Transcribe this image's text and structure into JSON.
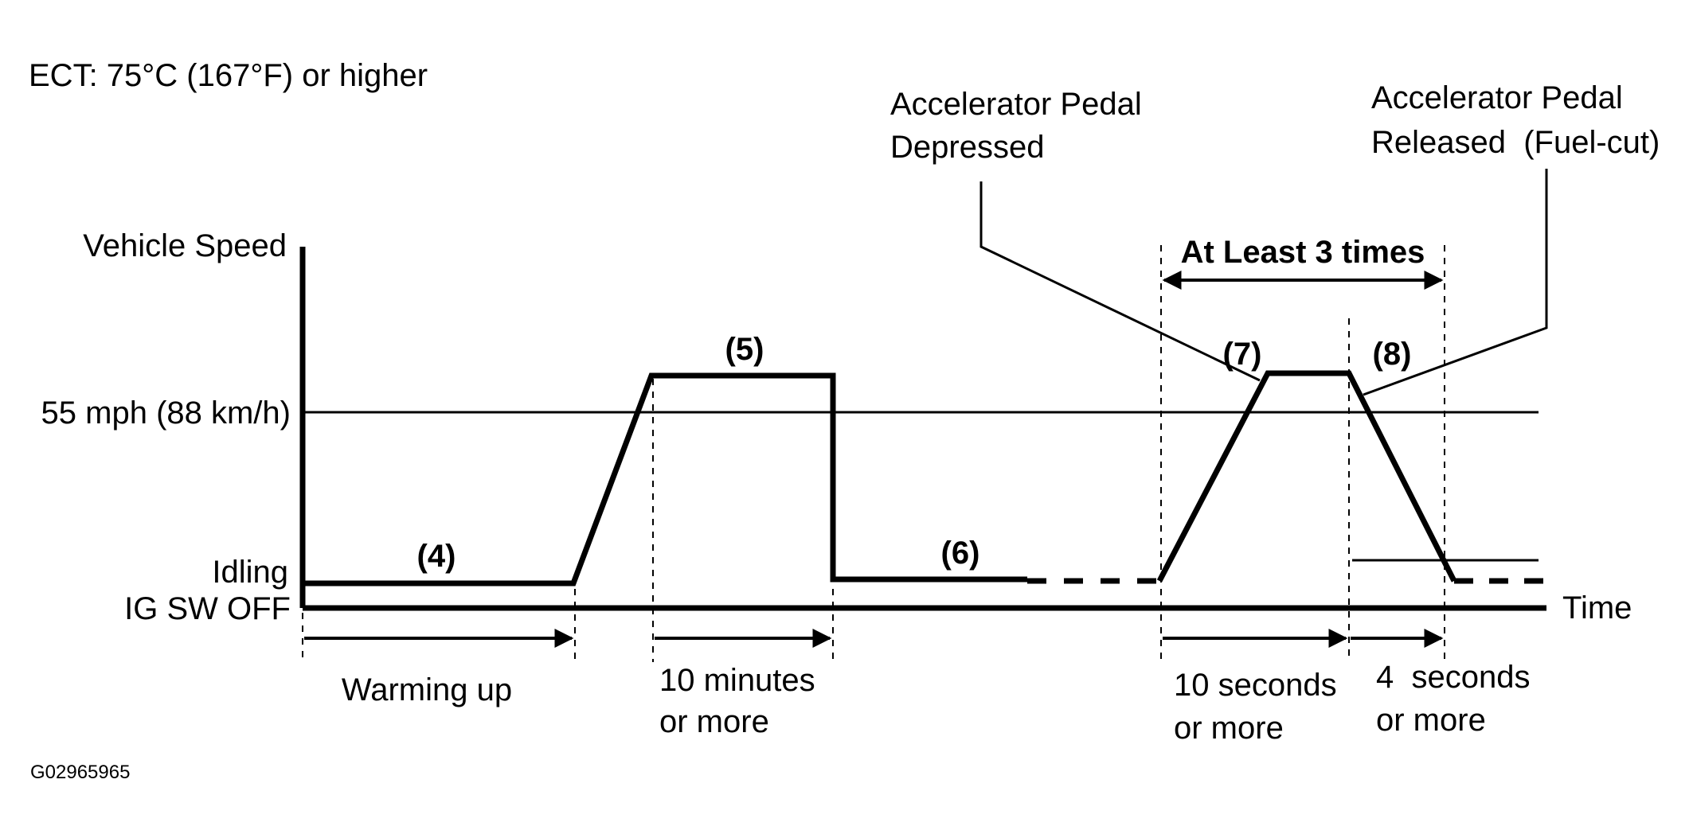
{
  "condition": "ECT: 75°C (167°F) or higher",
  "axes": {
    "y_label": "Vehicle Speed",
    "x_label": "Time",
    "speed_level": "55 mph (88 km/h)",
    "idle_level": "Idling",
    "off_level": "IG SW OFF"
  },
  "steps": {
    "warmup": {
      "marker": "(4)",
      "duration": "Warming up"
    },
    "cruise": {
      "marker": "(5)",
      "duration_line1": "10 minutes",
      "duration_line2": "or more"
    },
    "idle": {
      "marker": "(6)"
    },
    "accelerate": {
      "marker": "(7)",
      "duration_line1": "10 seconds",
      "duration_line2": "or more"
    },
    "decelerate": {
      "marker": "(8)",
      "duration_line1": "4  seconds",
      "duration_line2": "or more"
    }
  },
  "callouts": {
    "pedal_depressed_line1": "Accelerator Pedal",
    "pedal_depressed_line2": "Depressed",
    "pedal_released_line1": "Accelerator Pedal",
    "pedal_released_line2": "Released  (Fuel-cut)"
  },
  "repeat_label": "At Least 3 times",
  "figure_code": "G02965965"
}
